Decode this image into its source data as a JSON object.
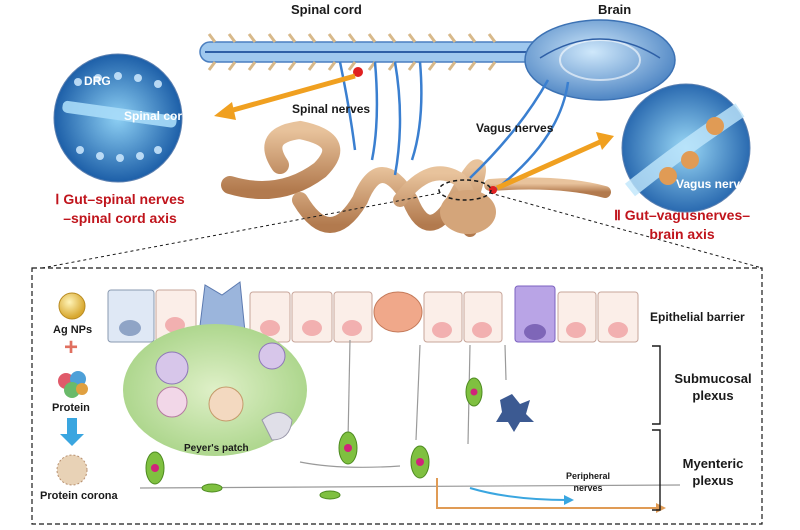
{
  "top": {
    "spinal_cord": "Spinal cord",
    "brain": "Brain",
    "spinal_nerves": "Spinal nerves",
    "vagus_nerves": "Vagus nerves",
    "left_zoom": {
      "drg": "DRG",
      "spinal_cord": "Spinal cord"
    },
    "right_zoom": {
      "vagus_nerve": "Vagus nerve"
    },
    "axis_left": {
      "line1": "Ⅰ Gut–spinal nerves",
      "line2": "–spinal cord axis"
    },
    "axis_right": {
      "line1": "Ⅱ Gut–vagusnerves–",
      "line2": "brain axis"
    }
  },
  "bottom": {
    "ag_nps": "Ag NPs",
    "plus": "+",
    "protein": "Protein",
    "protein_corona": "Protein corona",
    "peyers_patch": "Peyer's patch",
    "peripheral_nerves": {
      "line1": "Peripheral",
      "line2": "nerves"
    },
    "epithelial_barrier": "Epithelial barrier",
    "submucosal": {
      "line1": "Submucosal",
      "line2": "plexus"
    },
    "myenteric": {
      "line1": "Myenteric",
      "line2": "plexus"
    }
  },
  "colors": {
    "axis_text": "#c0141c",
    "arrow": "#f0a020",
    "nerve_blue": "#3a7fd0",
    "gut": "#c9956a",
    "patch": "#bfe0a0",
    "neuron": "#7fc040"
  }
}
